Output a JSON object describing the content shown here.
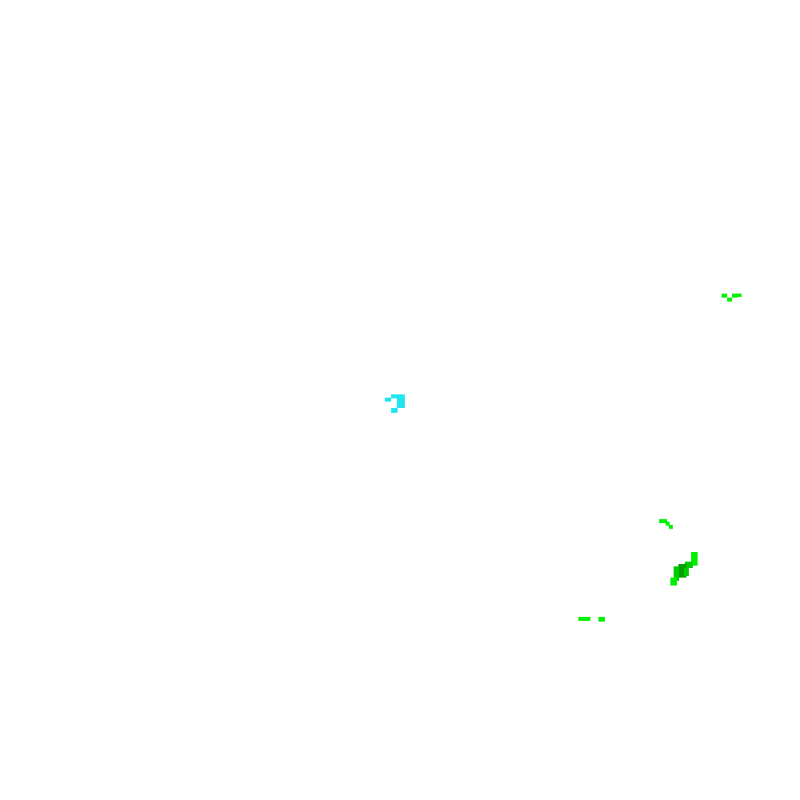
{
  "background_color": "#ffffff",
  "palette": {
    "cyan": "#1ee6f0",
    "bright_green": "#00f000",
    "mid_green": "#00cc00",
    "dark_green": "#00a000"
  },
  "marks": [
    {
      "name": "green-fragment-top-right",
      "color_key": "bright_green"
    },
    {
      "name": "cyan-fragment-center",
      "color_key": "cyan"
    },
    {
      "name": "green-fragment-right",
      "color_key": "bright_green"
    },
    {
      "name": "green-cluster-lower-right",
      "color_key": "mid_green"
    },
    {
      "name": "green-fragment-bottom",
      "color_key": "bright_green"
    }
  ]
}
